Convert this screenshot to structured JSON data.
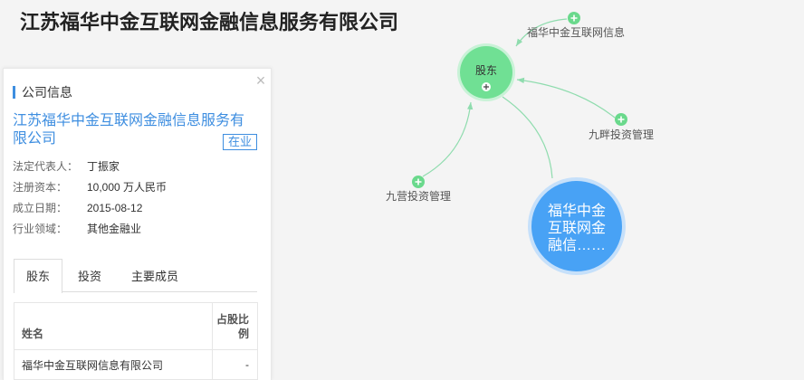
{
  "page_title": "江苏福华中金互联网金融信息服务有限公司",
  "colors": {
    "background": "#f4f4f4",
    "accent_blue": "#3e8ee0",
    "category_node_green": "#70e094",
    "company_node_blue": "#48a2f5",
    "edge_green": "#8fdcae"
  },
  "panel": {
    "close_icon": "close-icon",
    "close_glyph": "×",
    "section_title": "公司信息",
    "company_name": "江苏福华中金互联网金融信息服务有限公司",
    "status": "在业",
    "fields": [
      {
        "label": "法定代表人：",
        "value": "丁振家"
      },
      {
        "label": "注册资本：",
        "value": "10,000 万人民币"
      },
      {
        "label": "成立日期：",
        "value": "2015-08-12"
      },
      {
        "label": "行业领域：",
        "value": "其他金融业"
      }
    ],
    "tabs": [
      {
        "label": "股东",
        "active": true
      },
      {
        "label": "投资",
        "active": false
      },
      {
        "label": "主要成员",
        "active": false
      }
    ],
    "table": {
      "headers": [
        "姓名",
        "占股比例"
      ],
      "rows": [
        [
          "福华中金互联网信息有限公司",
          "-"
        ]
      ]
    }
  },
  "graph": {
    "category_node": {
      "label": "股东",
      "icon": "plus-icon"
    },
    "company_node": {
      "label_lines": [
        "福华中金",
        "互联网金",
        "融信……"
      ]
    },
    "shareholder_nodes": [
      {
        "label": "福华中金互联网信息",
        "icon": "plus-icon"
      },
      {
        "label": "九畔投资管理",
        "icon": "plus-icon"
      },
      {
        "label": "九营投资管理",
        "icon": "plus-icon"
      }
    ]
  }
}
